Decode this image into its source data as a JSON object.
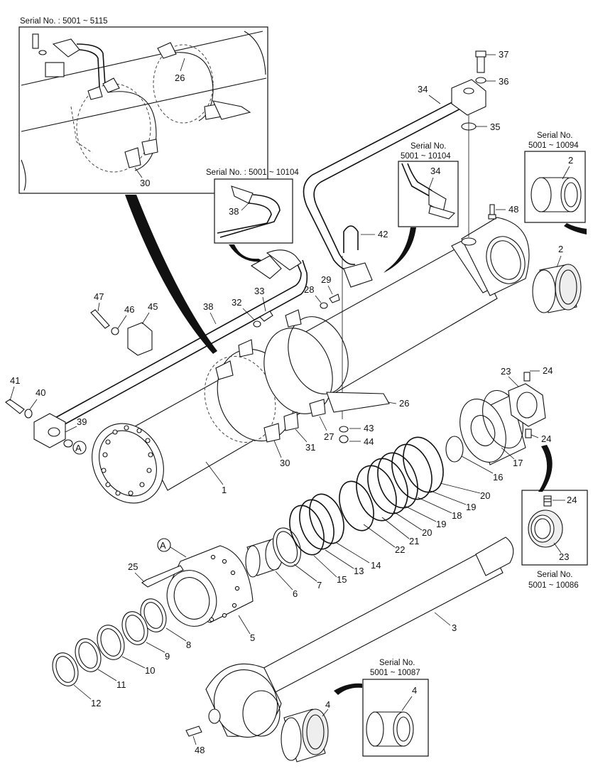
{
  "serial_notes": {
    "top_left_box": "Serial No. : 5001 ~ 5115",
    "pipe_box": "Serial No. : 5001 ~ 10104",
    "pipe34_line1": "Serial No.",
    "pipe34_line2": "5001 ~ 10104",
    "bush2_line1": "Serial No.",
    "bush2_line2": "5001 ~ 10094",
    "nut23_line1": "Serial No.",
    "nut23_line2": "5001 ~ 10086",
    "bush4_line1": "Serial No.",
    "bush4_line2": "5001 ~ 10087"
  },
  "callouts": {
    "p26_box": "26",
    "p30_box": "30",
    "p37": "37",
    "p36": "36",
    "p34": "34",
    "p35": "35",
    "p34_box": "34",
    "p2_box": "2",
    "p48_top": "48",
    "p2": "2",
    "p38_box": "38",
    "p42": "42",
    "p29": "29",
    "p28": "28",
    "p33": "33",
    "p32": "32",
    "p47": "47",
    "p46": "46",
    "p45": "45",
    "p38": "38",
    "p41": "41",
    "p40": "40",
    "p39": "39",
    "p26": "26",
    "p43": "43",
    "p44": "44",
    "p27": "27",
    "p31": "31",
    "p30": "30",
    "p1": "1",
    "p23": "23",
    "p24_a": "24",
    "p24_b": "24",
    "p17": "17",
    "p16": "16",
    "p20_a": "20",
    "p19_a": "19",
    "p18": "18",
    "p19_b": "19",
    "p20_b": "20",
    "p21": "21",
    "p22": "22",
    "p14": "14",
    "p13": "13",
    "p15": "15",
    "p7": "7",
    "p6": "6",
    "p24_box": "24",
    "p23_box": "23",
    "p25": "25",
    "p8": "8",
    "p9": "9",
    "p10": "10",
    "p11": "11",
    "p12": "12",
    "p5": "5",
    "p3": "3",
    "p4_box": "4",
    "p4": "4",
    "p48_bottom": "48"
  },
  "markers": {
    "a_top": "A",
    "a_bottom": "A"
  }
}
